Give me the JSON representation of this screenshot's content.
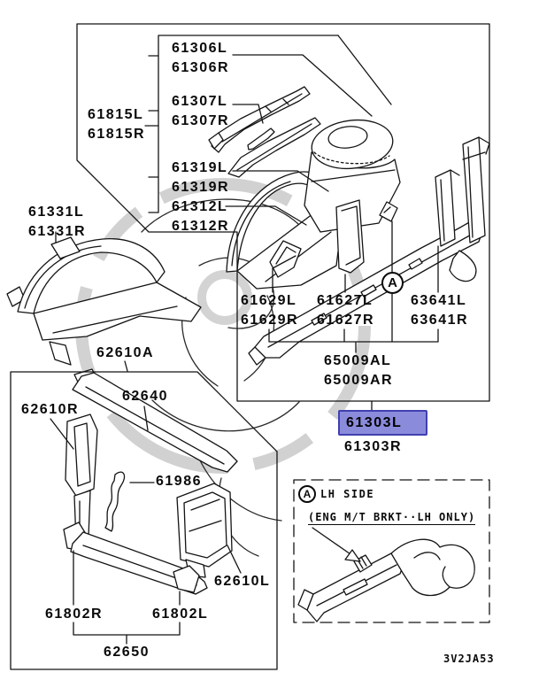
{
  "marker_a": "A",
  "code": "3V2JA53",
  "colors": {
    "highlight_bg": "#8b8bdc",
    "highlight_border": "#4040b0",
    "line": "#141414",
    "watermark": "#cdcdcd"
  },
  "labels": {
    "p61306L": "61306L",
    "p61306R": "61306R",
    "p61307L": "61307L",
    "p61307R": "61307R",
    "p61319L": "61319L",
    "p61319R": "61319R",
    "p61312L": "61312L",
    "p61312R": "61312R",
    "p61815L": "61815L",
    "p61815R": "61815R",
    "p61331L": "61331L",
    "p61331R": "61331R",
    "p61629L": "61629L",
    "p61629R": "61629R",
    "p61627L": "61627L",
    "p61627R": "61627R",
    "p63641L": "63641L",
    "p63641R": "63641R",
    "p65009AL": "65009AL",
    "p65009AR": "65009AR",
    "p61303L": "61303L",
    "p61303R": "61303R",
    "p62610A": "62610A",
    "p62610R": "62610R",
    "p62640": "62640",
    "p61986": "61986",
    "p62610L": "62610L",
    "p61802R": "61802R",
    "p61802L": "61802L",
    "p62650": "62650"
  },
  "detail": {
    "marker": "A",
    "title": "LH SIDE",
    "note": "(ENG M/T BRKT··LH ONLY)"
  }
}
